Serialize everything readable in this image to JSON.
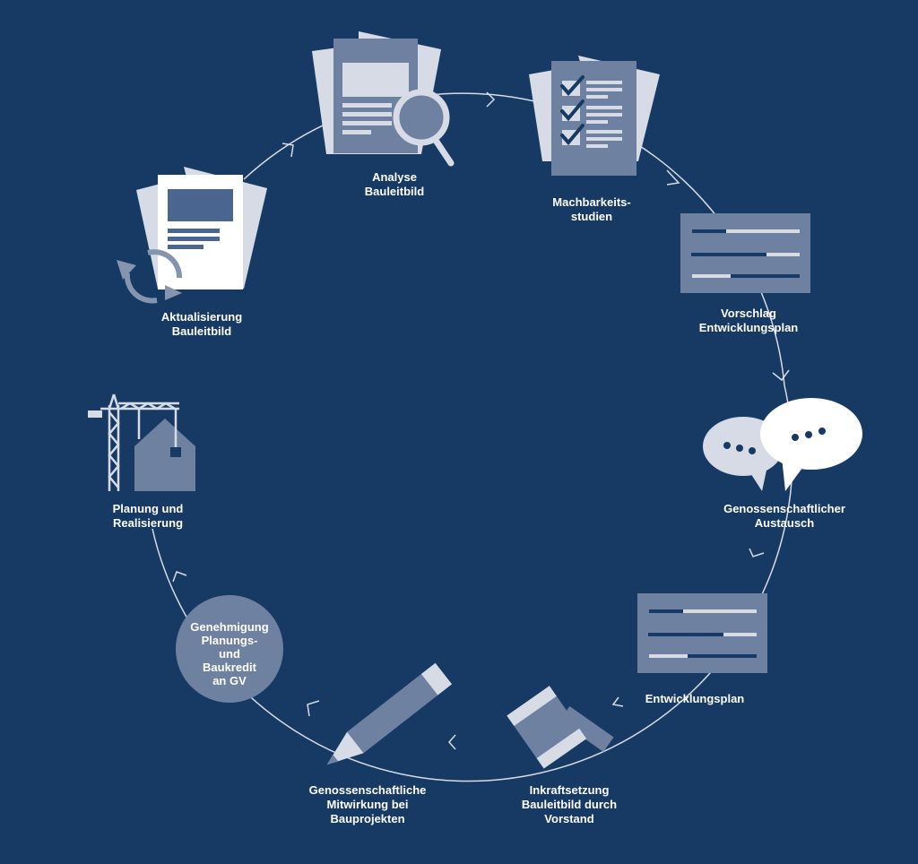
{
  "diagram": {
    "type": "process-cycle",
    "colors": {
      "background": "#173a64",
      "mid": "#6f81a0",
      "light": "#d6dbe5",
      "white": "#ffffff",
      "line": "#d6dbe5"
    },
    "steps": [
      {
        "id": "analyse",
        "label": "Analyse\nBauleitbild",
        "icon": "document-magnifier-icon"
      },
      {
        "id": "machbarkeit",
        "label": "Machbarkeits-\nstudien",
        "icon": "checklist-icon"
      },
      {
        "id": "vorschlag",
        "label": "Vorschlag\nEntwicklungsplan",
        "icon": "plan-sliders-icon"
      },
      {
        "id": "austausch",
        "label": "Genossenschaftlicher\nAustausch",
        "icon": "speech-bubbles-icon"
      },
      {
        "id": "entwicklungsplan",
        "label": "Entwicklungsplan",
        "icon": "plan-sliders-icon"
      },
      {
        "id": "inkraft",
        "label": "Inkraftsetzung\nBauleitbild durch\nVorstand",
        "icon": "gavel-icon"
      },
      {
        "id": "mitwirkung",
        "label": "Genossenschaftliche\nMitwirkung bei\nBauprojekten",
        "icon": "pencil-icon"
      },
      {
        "id": "genehmigung",
        "label": "Genehmigung\nPlanungs-\nund\nBaukredit\nan GV",
        "icon": "circle-badge"
      },
      {
        "id": "planung",
        "label": "Planung und\nRealisierung",
        "icon": "crane-house-icon"
      },
      {
        "id": "aktualisierung",
        "label": "Aktualisierung\nBauleitbild",
        "icon": "document-refresh-icon"
      }
    ]
  }
}
